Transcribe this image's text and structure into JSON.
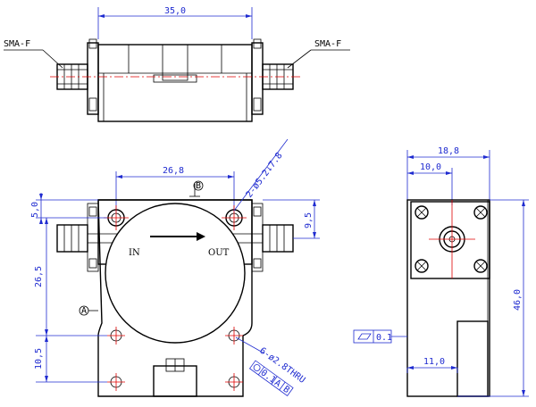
{
  "top_view": {
    "width_dim": "35,0",
    "left_connector": "SMA-F",
    "right_connector": "SMA-F"
  },
  "front_view": {
    "hole_spacing_dim": "26,8",
    "mount_hole_callout": "2-ø5.2↓7.8",
    "offset_top_dim": "5,0",
    "height_dim": "26,5",
    "bottom_dim": "10,5",
    "right_dim": "9,5",
    "datum_b": "B",
    "datum_a": "A",
    "port_in": "IN",
    "port_out": "OUT",
    "thru_holes_callout": "6-ø2.8THRU",
    "position_tolerance": "0.1",
    "tolerance_datums": "A B"
  },
  "side_view": {
    "width_dim": "18,8",
    "center_dim": "10,0",
    "height_dim": "46,0",
    "base_dim": "11,0",
    "flatness": "0.1"
  }
}
